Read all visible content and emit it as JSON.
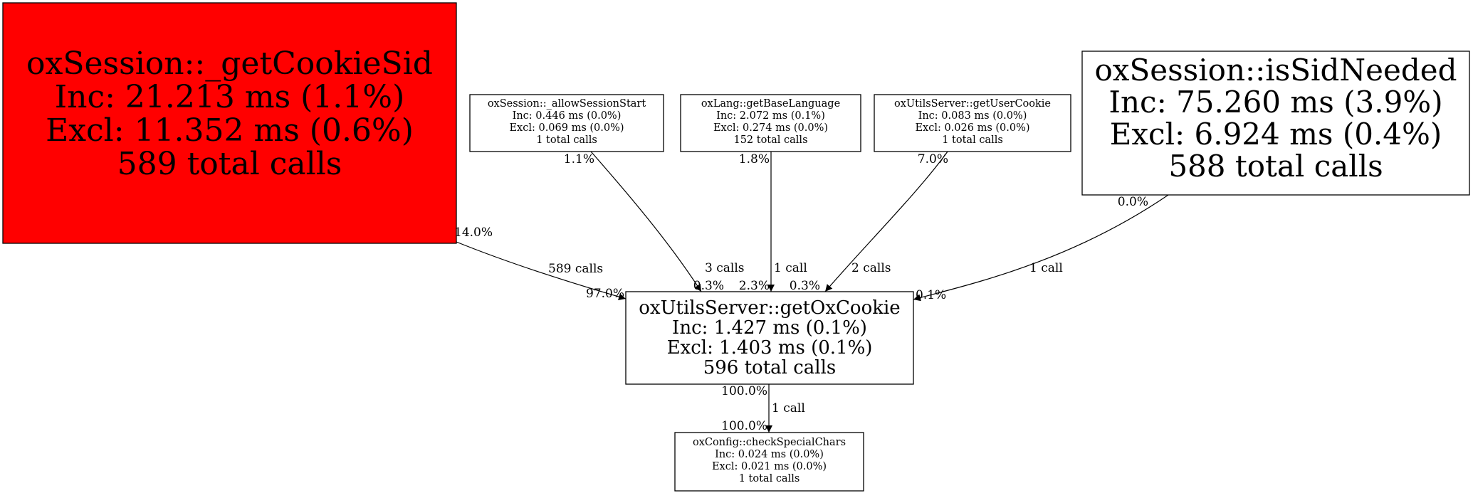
{
  "graph": {
    "type": "call-graph",
    "nodes": [
      {
        "id": "getCookieSid",
        "name": "oxSession::_getCookieSid",
        "inc": "Inc: 21.213 ms (1.1%)",
        "excl": "Excl: 11.352 ms (0.6%)",
        "calls": "589 total calls",
        "fill": "#ff0000"
      },
      {
        "id": "allowSessionStart",
        "name": "oxSession::_allowSessionStart",
        "inc": "Inc: 0.446 ms (0.0%)",
        "excl": "Excl: 0.069 ms (0.0%)",
        "calls": "1 total calls",
        "fill": "#ffffff"
      },
      {
        "id": "getBaseLanguage",
        "name": "oxLang::getBaseLanguage",
        "inc": "Inc: 2.072 ms (0.1%)",
        "excl": "Excl: 0.274 ms (0.0%)",
        "calls": "152 total calls",
        "fill": "#ffffff"
      },
      {
        "id": "getUserCookie",
        "name": "oxUtilsServer::getUserCookie",
        "inc": "Inc: 0.083 ms (0.0%)",
        "excl": "Excl: 0.026 ms (0.0%)",
        "calls": "1 total calls",
        "fill": "#ffffff"
      },
      {
        "id": "isSidNeeded",
        "name": "oxSession::isSidNeeded",
        "inc": "Inc: 75.260 ms (3.9%)",
        "excl": "Excl: 6.924 ms (0.4%)",
        "calls": "588 total calls",
        "fill": "#ffffff"
      },
      {
        "id": "getOxCookie",
        "name": "oxUtilsServer::getOxCookie",
        "inc": "Inc: 1.427 ms (0.1%)",
        "excl": "Excl: 1.403 ms (0.1%)",
        "calls": "596 total calls",
        "fill": "#ffffff"
      },
      {
        "id": "checkSpecialChars",
        "name": "oxConfig::checkSpecialChars",
        "inc": "Inc: 0.024 ms (0.0%)",
        "excl": "Excl: 0.021 ms (0.0%)",
        "calls": "1 total calls",
        "fill": "#ffffff"
      }
    ],
    "edges": [
      {
        "from": "getCookieSid",
        "to": "getOxCookie",
        "calls": "589 calls",
        "tail_pct": "14.0%",
        "head_pct": "97.0%"
      },
      {
        "from": "allowSessionStart",
        "to": "getOxCookie",
        "calls": "3 calls",
        "tail_pct": "1.1%",
        "head_pct": "0.3%"
      },
      {
        "from": "getBaseLanguage",
        "to": "getOxCookie",
        "calls": "1 call",
        "tail_pct": "1.8%",
        "head_pct": "2.3%"
      },
      {
        "from": "getUserCookie",
        "to": "getOxCookie",
        "calls": "2 calls",
        "tail_pct": "7.0%",
        "head_pct": "0.3%"
      },
      {
        "from": "isSidNeeded",
        "to": "getOxCookie",
        "calls": "1 call",
        "tail_pct": "0.0%",
        "head_pct": "0.1%"
      },
      {
        "from": "getOxCookie",
        "to": "checkSpecialChars",
        "calls": "1 call",
        "tail_pct": "100.0%",
        "head_pct": "100.0%"
      }
    ]
  }
}
